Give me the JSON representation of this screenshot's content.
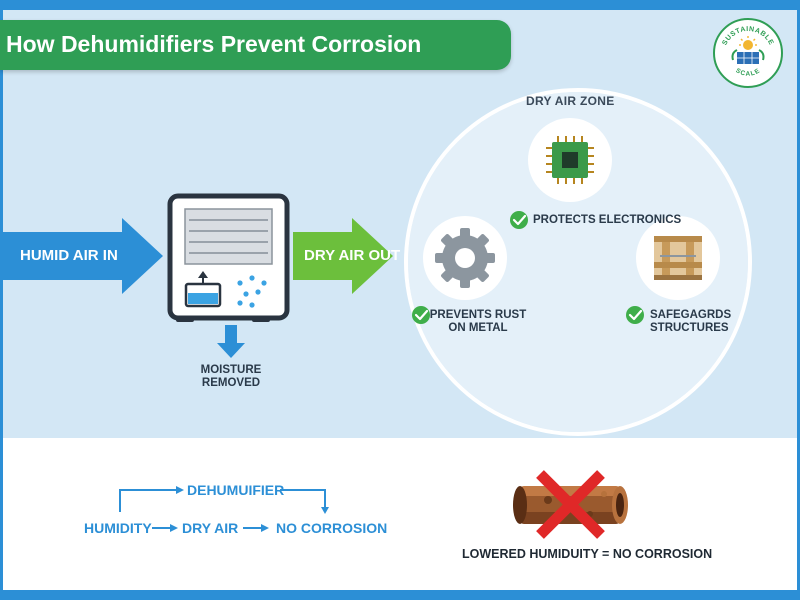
{
  "title": "How Dehumidifiers Prevent Corrosion",
  "logo": {
    "top_text": "SUSTAINABLE",
    "bottom_text": "SCALE"
  },
  "diagram": {
    "humid_air_in": "HUMID AIR IN",
    "dry_air_out": "DRY AIR OUT",
    "moisture_line1": "MOISTURE",
    "moisture_line2": "REMOVED",
    "zone_title": "DRY AIR ZONE",
    "protects_electronics": "PROTECTS ELECTRONICS",
    "prevents_rust_line1": "PREVENTS RUST",
    "prevents_rust_line2": "ON METAL",
    "safeguards_line1": "SAFEGAGRDS",
    "safeguards_line2": "STRUCTURES"
  },
  "flow": {
    "dehumidifier": "DEHUMUIFIER",
    "humidity": "HUMIDITY",
    "dry_air": "DRY AIR",
    "no_corrosion": "NO CORROSION"
  },
  "caption": "LOWERED HUMIDUITY = NO CORROSION",
  "colors": {
    "brand_green": "#2f9e55",
    "arrow_blue": "#2c8fd6",
    "arrow_green": "#6cbf3c",
    "background": "#d3e7f5"
  },
  "icons": [
    "gear-icon",
    "microchip-icon",
    "wall-structure-icon",
    "check-icon",
    "water-tank-icon",
    "rusty-pipe-icon",
    "x-mark-icon"
  ]
}
